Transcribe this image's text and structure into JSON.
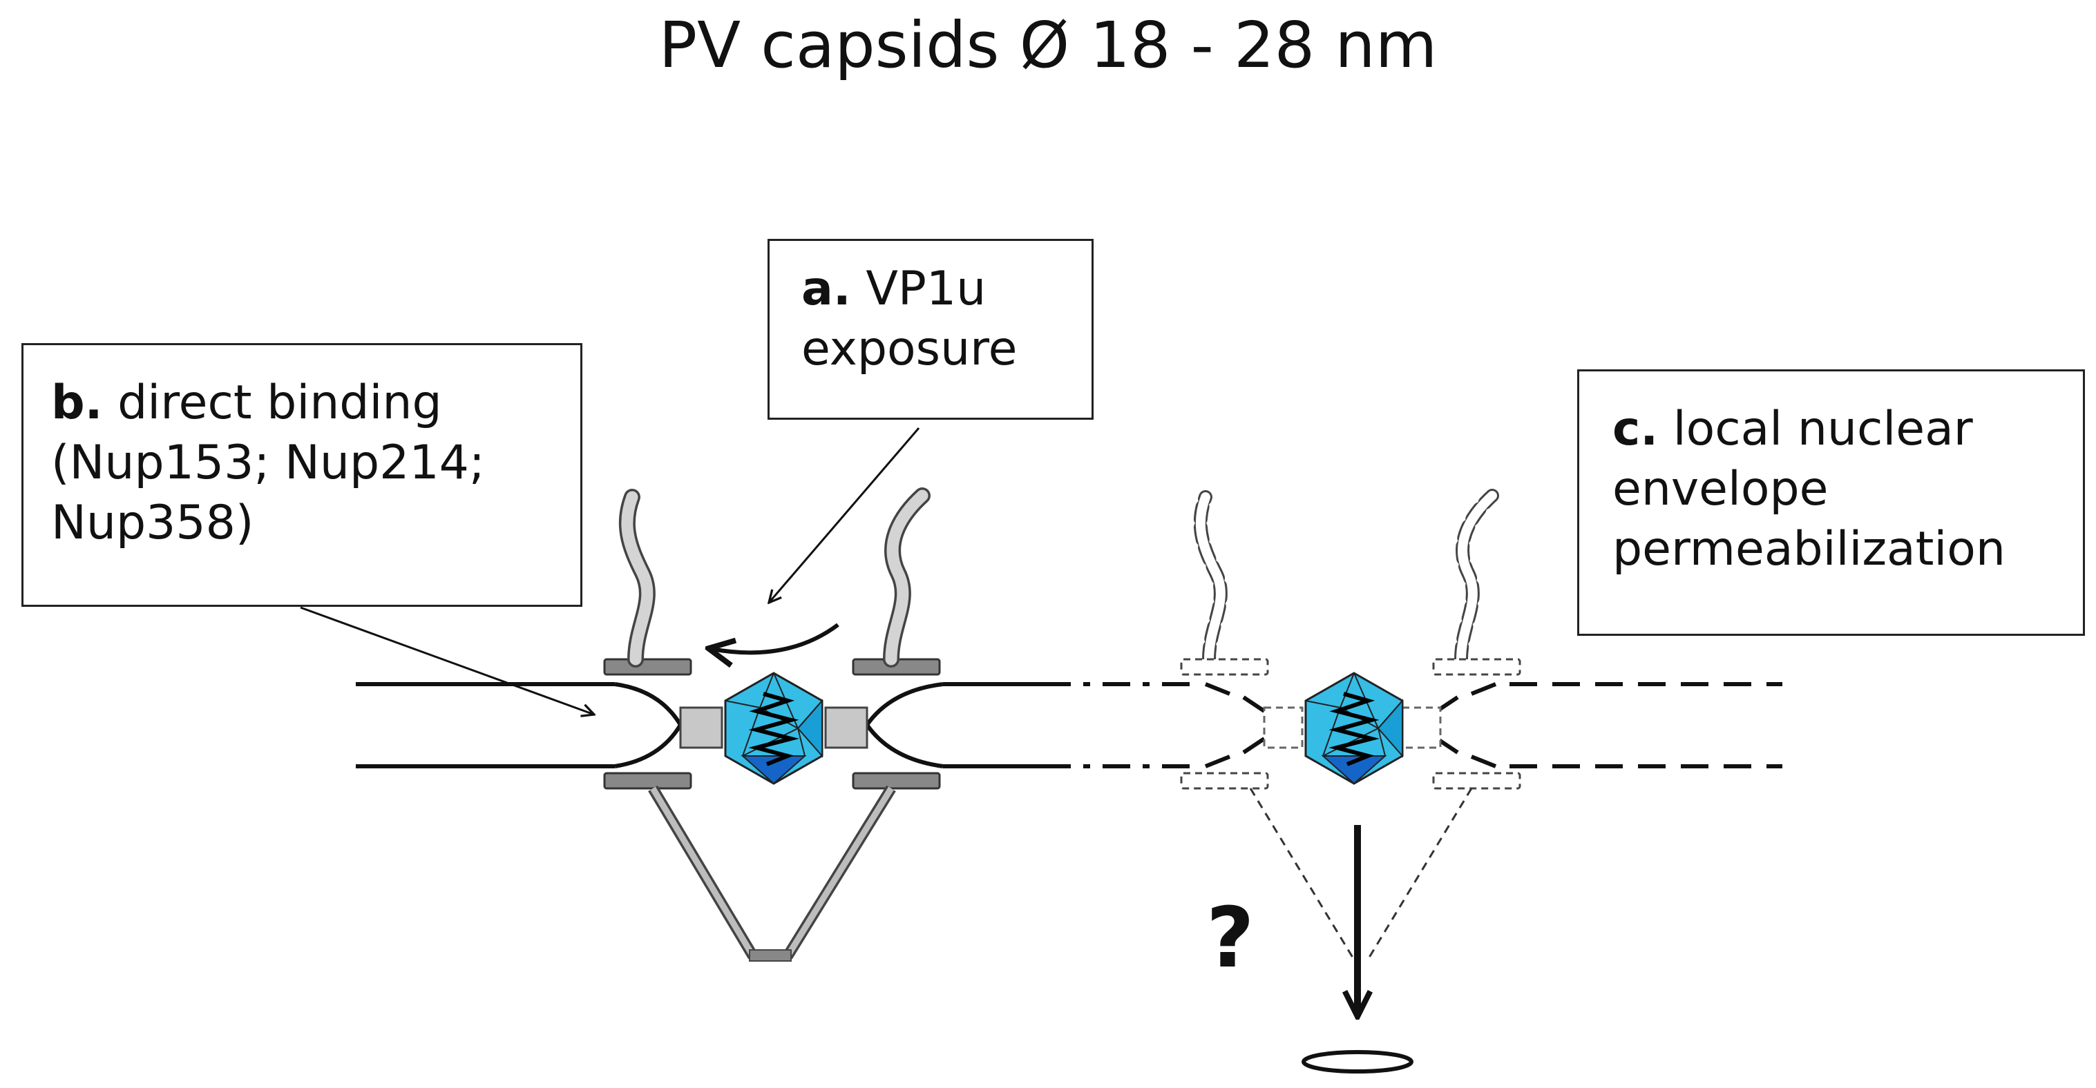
{
  "title": "PV capsids Ø 18 - 28 nm",
  "labels": {
    "a": {
      "bold": "a.",
      "line1": " VP1u",
      "line2": "exposure"
    },
    "b": {
      "bold": "b.",
      "line1": " direct binding",
      "line2": "(Nup153; Nup214;",
      "line3": "Nup358)"
    },
    "c": {
      "bold": "c.",
      "line1": " local nuclear",
      "line2": "envelope",
      "line3": "permeabilization"
    },
    "question": "?"
  },
  "colors": {
    "capsid_light": "#35bde6",
    "capsid_mid": "#1a9ed6",
    "capsid_dark": "#1565c8",
    "pore_fill": "#c8c8c8",
    "nup_dark": "#888888",
    "fibril": "#d4d4d4",
    "line": "#111111"
  }
}
